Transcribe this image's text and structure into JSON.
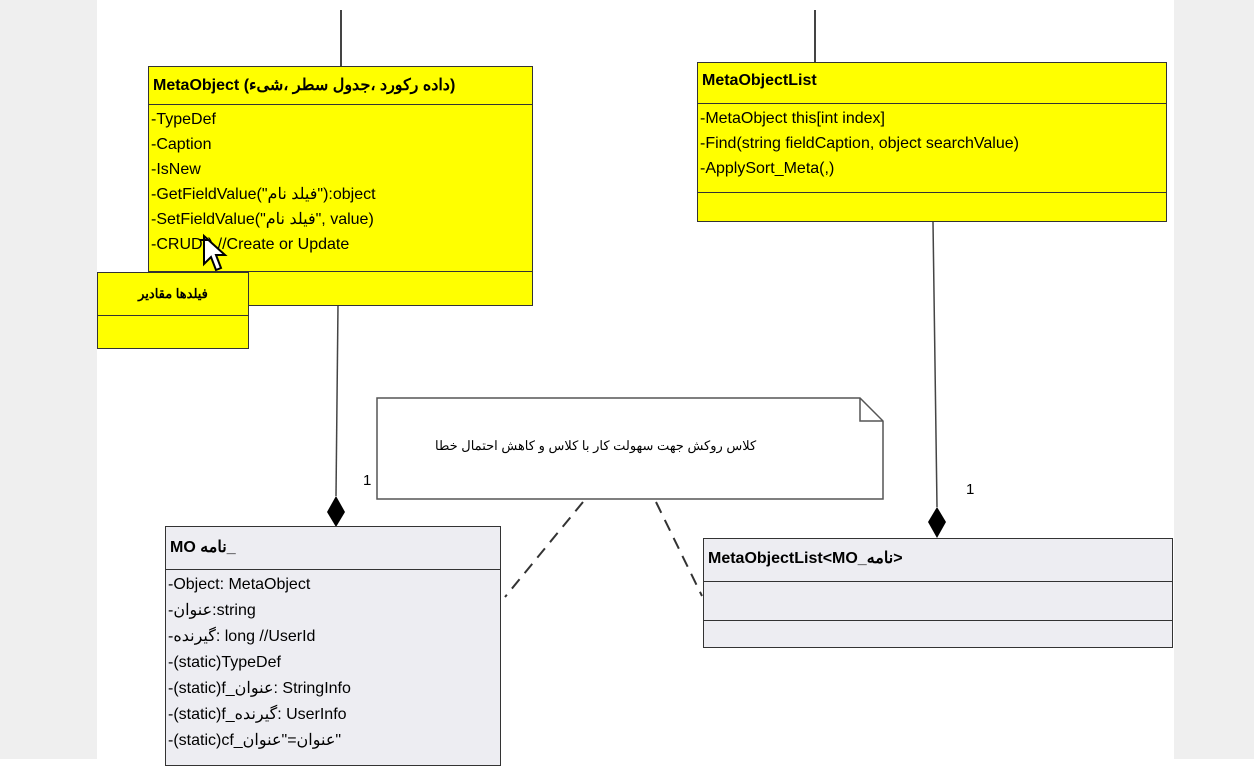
{
  "meta_object": {
    "title": "MetaObject (داده رکورد ،جدول سطر ،شیء)",
    "members": [
      "-TypeDef",
      "-Caption",
      "-IsNew",
      "-GetFieldValue(\"فیلد نام\"):object",
      "-SetFieldValue(\"فیلد نام\", value)",
      "-CRUD() //Create or Update"
    ]
  },
  "field_values_box": {
    "title": "فیلدها مقادیر"
  },
  "meta_object_list": {
    "title": "MetaObjectList",
    "members": [
      "-MetaObject this[int index]",
      "-Find(string fieldCaption, object searchValue)",
      "-ApplySort_Meta(,)"
    ]
  },
  "note": {
    "text": "کلاس روکش جهت سهولت کار با کلاس و کاهش احتمال خطا"
  },
  "mo_name": {
    "title": "MO نامه_",
    "members": [
      "-Object: MetaObject",
      "-عنوان:string",
      "-گیرنده: long //UserId",
      "-(static)TypeDef",
      "-(static)f_عنوان: StringInfo",
      "-(static)f_گیرنده: UserInfo",
      "-(static)cf_عنوان=\"عنوان\""
    ]
  },
  "meta_object_list_generic": {
    "title": "MetaObjectList<MO_نامه>"
  },
  "multiplicities": {
    "left": "1",
    "right": "1"
  },
  "colors": {
    "class_fill_yellow": "#ffff00",
    "class_fill_grey": "#ededf2",
    "border": "#333333",
    "side_panels": "#efefef"
  }
}
